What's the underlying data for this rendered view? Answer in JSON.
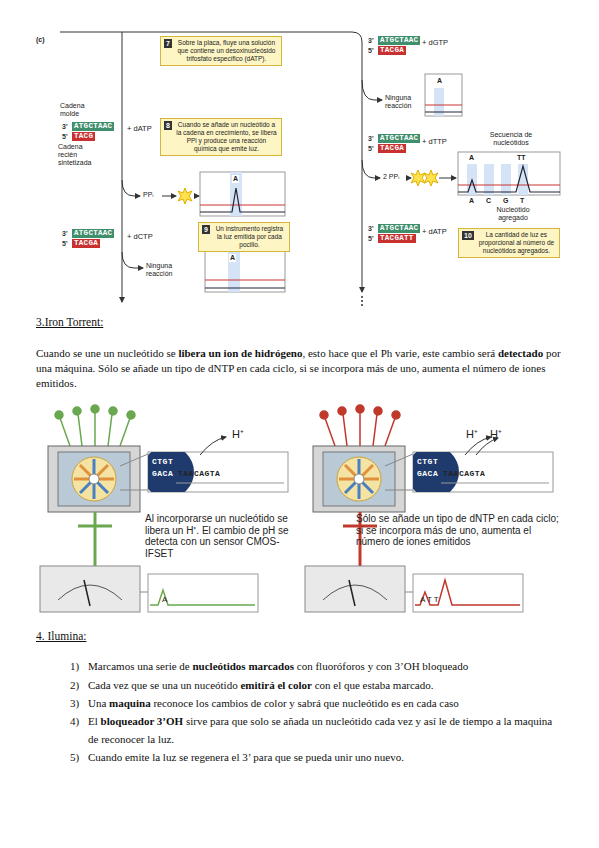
{
  "diagram": {
    "nodes": [
      {
        "text": [
          "7",
          "Sobre la placa, fluye una solución que contiene un desoxinucleósido trifosfato específico (dATP)."
        ]
      },
      {
        "text": [
          "3'",
          "ATGCTAAC"
        ]
      },
      {
        "text": [
          "5'",
          "TACG"
        ]
      },
      {
        "text": [
          "8",
          "Cuando se añade un nucleótido a la cadena en crecimiento, se libera PPi y produce una reacción química que emite luz."
        ]
      },
      {
        "text": [
          "9",
          "Un instrumento registra la luz emitida por cada pocillo."
        ]
      },
      {
        "text": [
          "3'",
          "ATGCTAAC"
        ]
      },
      {
        "text": [
          "5'",
          "TACGA"
        ]
      },
      {
        "text": [
          "3'",
          "ATGCTAAC"
        ]
      },
      {
        "text": [
          "5'",
          "TACGA"
        ]
      },
      {
        "text": [
          "3'",
          "ATGCTAAC"
        ]
      },
      {
        "text": [
          "5'",
          "TACGA"
        ]
      },
      {
        "text": [
          "3'",
          "ATGCTAAC"
        ]
      },
      {
        "text": [
          "5'",
          "TACGATT"
        ]
      },
      {
        "text": [
          "10",
          "La cantidad de luz es proporcional al número de nucleótidos agregados."
        ]
      }
    ],
    "labels": [
      "(c)",
      "Cadena molde",
      "Cadena recién sintetizada",
      "+ dATP",
      "PPᵢ",
      "+ dCTP",
      "Ninguna reacción",
      "A",
      "A",
      "+ dGTP",
      "Ninguna reacción",
      "A",
      "+ dTTP",
      "2 PPᵢ",
      "Secuencia de nucleótidos",
      "A",
      "TT",
      "A",
      "C",
      "G",
      "T",
      "Nucleótido agregado",
      "+ dATP",
      "3.Iron Torrent:",
      "Cuando se une un nucleótido se ",
      "libera un ion de hidrógeno",
      ", esto hace que el Ph varie, este cambio será ",
      "detectado",
      " por una máquina. Sólo se añade un tipo de dNTP en cada ciclo, si se incorpora más de uno, aumenta el número de iones emitidos.",
      "H⁺",
      "CTGT",
      "GACA",
      "TAACAGTA",
      "Al incorporarse un nucleótido se libera un H⁺. El cambio de pH se detecta con un sensor CMOS-IFSET",
      "A",
      "H⁺",
      "H⁺",
      "CTGT",
      "GACA",
      "TAACAGTA",
      "Sólo se añade un tipo de dNTP en cada ciclo; si se incorpora más de uno, aumenta el número de iones emitidos",
      "A T T",
      "4. Ilumina:",
      "1)",
      "Marcamos una serie de ",
      "nucleótidos marcados",
      " con fluoróforos y con 3’OH bloqueado",
      "2)",
      "Cada vez que se una un nuceótido ",
      "emitirá el color",
      " con el que estaba marcado.",
      "3)",
      "Una ",
      "maquina",
      " reconoce los cambios de color y sabrá que nucleótido es en cada caso",
      "4)",
      "El ",
      "bloqueador 3’OH",
      " sirve para que solo se añada un nucleótido cada vez y así le de tiempo a la maquina de reconocer la luz.",
      "5)",
      "Cuando emite la luz se regenera el 3’ para que se pueda unir uno nuevo."
    ]
  }
}
